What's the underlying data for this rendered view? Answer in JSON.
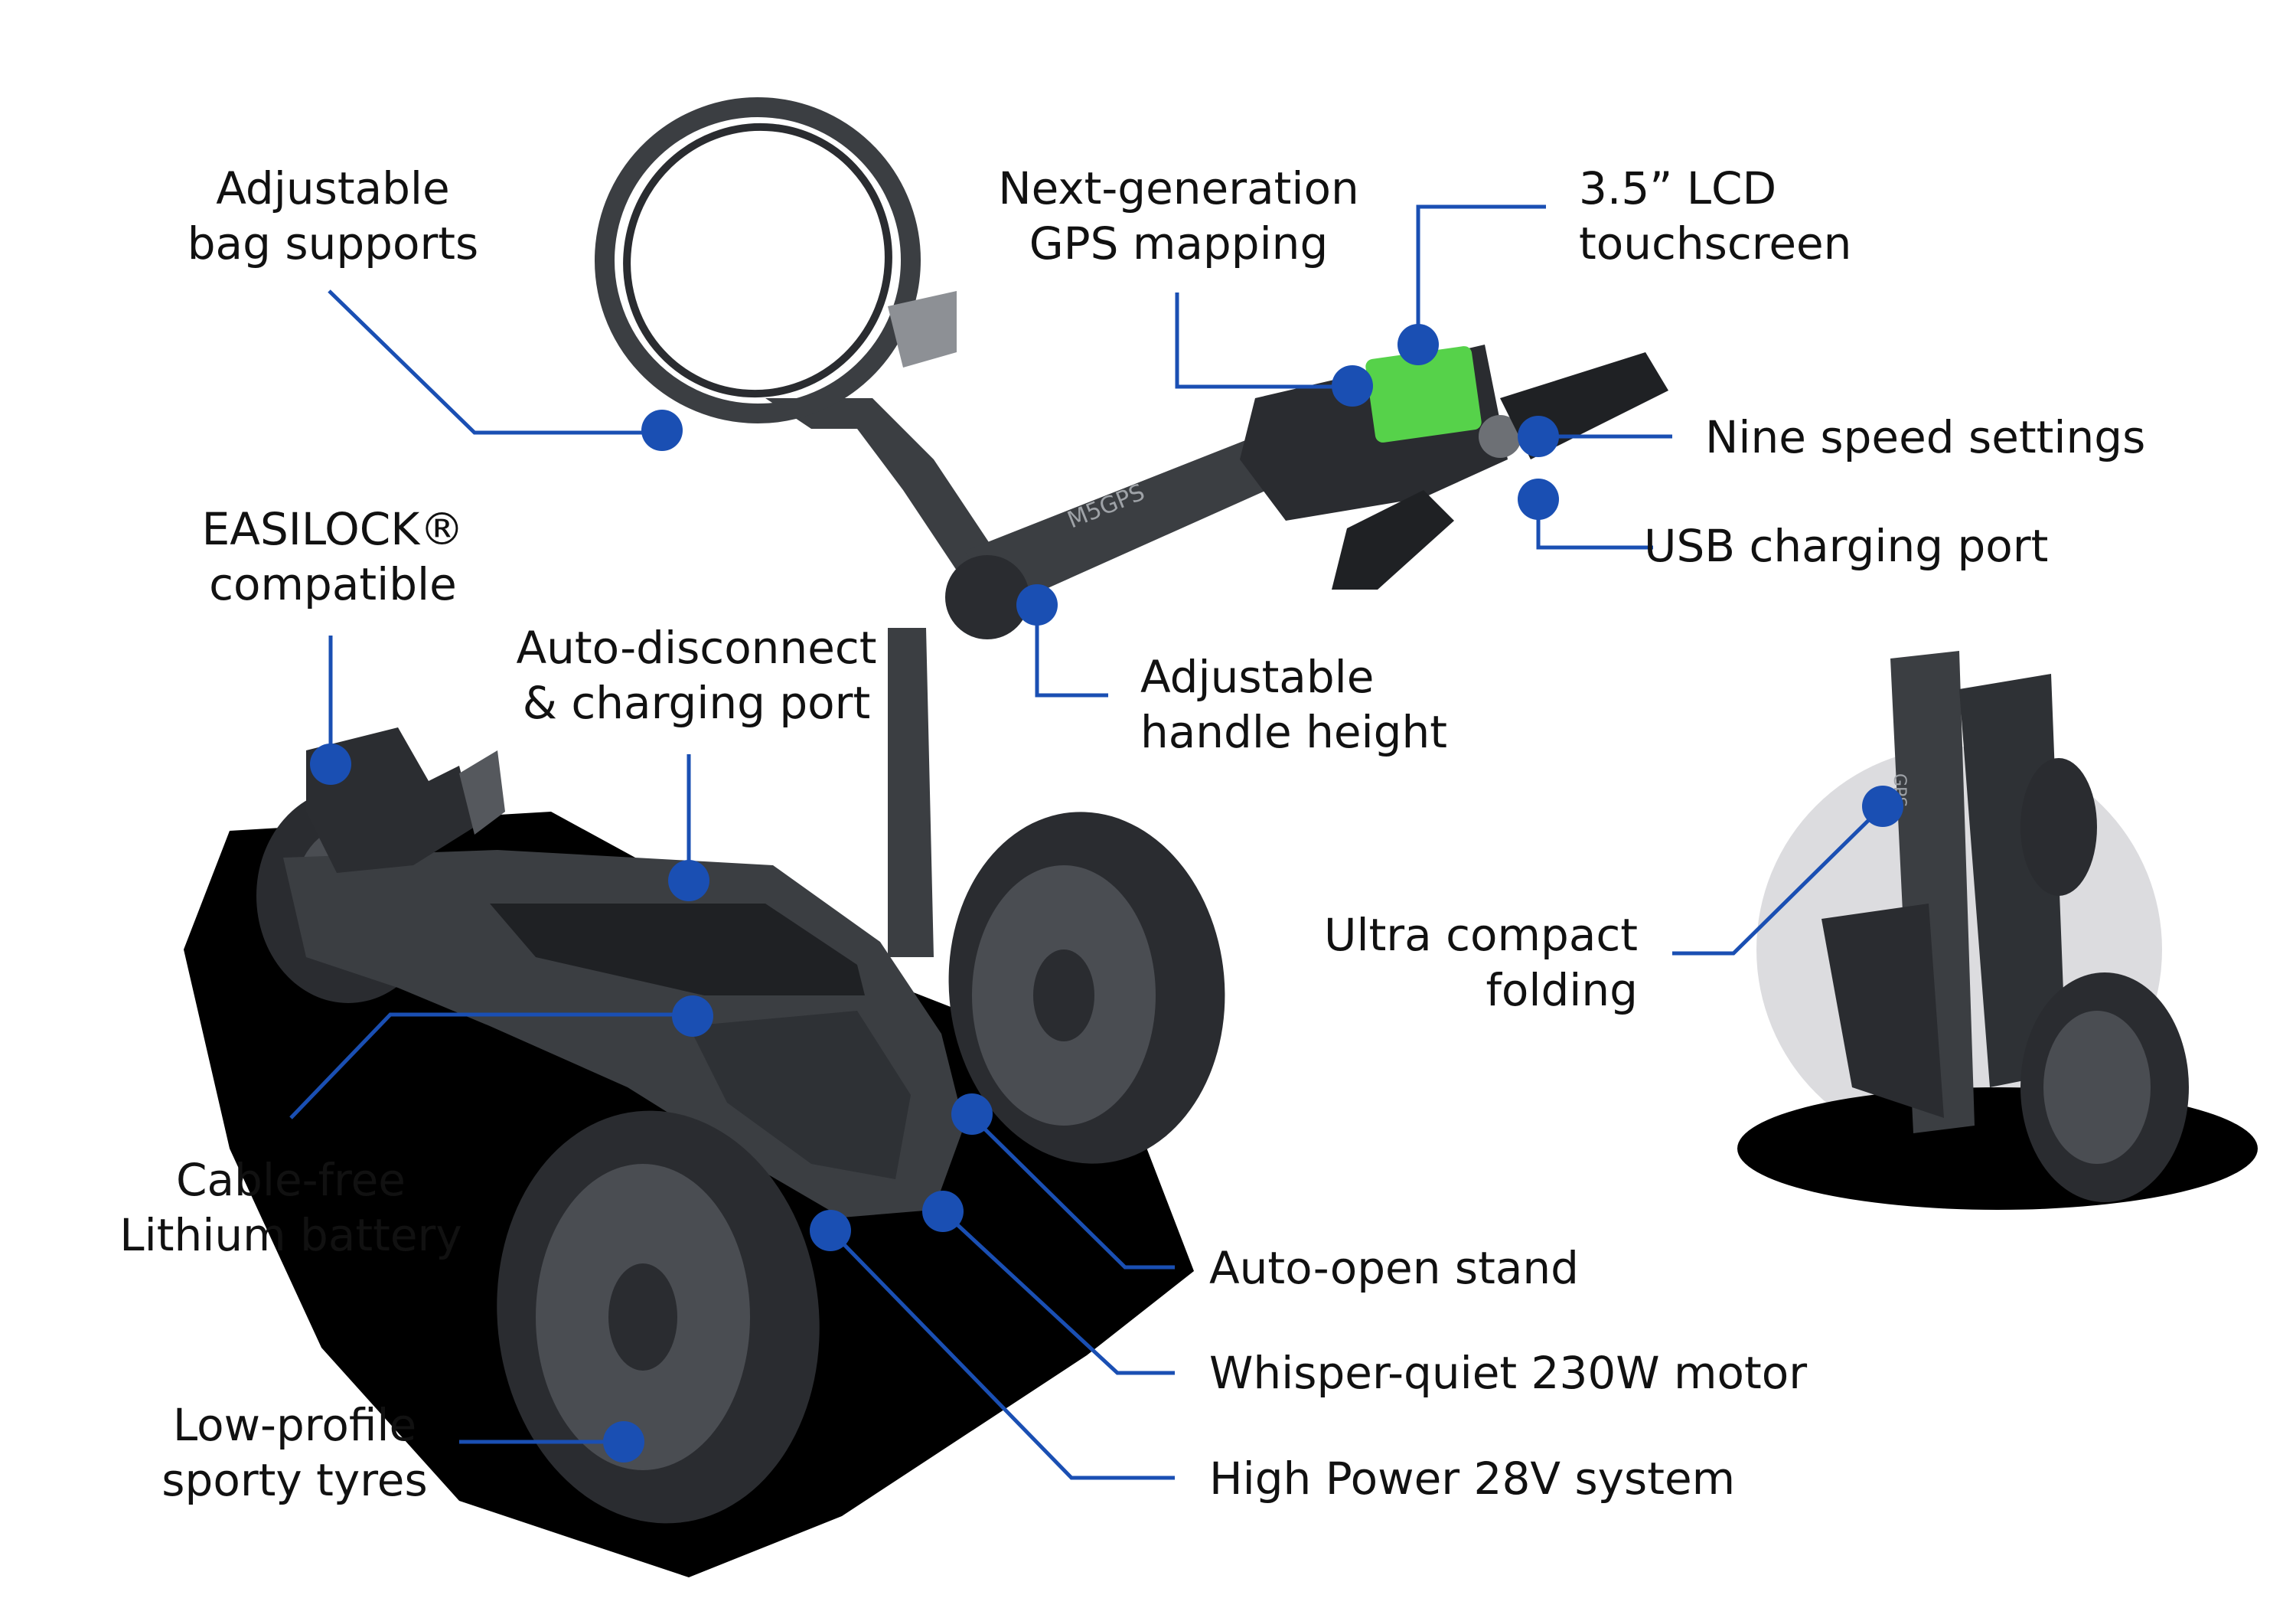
{
  "colors": {
    "accent": "#1a4fb3",
    "text": "#111111",
    "product_body": "#3b3e42",
    "product_dark": "#1f2124",
    "shadow": "#000000",
    "screen_green": "#56d24a",
    "circle_bg": "#dcdcdf"
  },
  "features": {
    "bag_supports": {
      "line1": "Adjustable",
      "line2": "bag supports"
    },
    "gps_mapping": {
      "line1": "Next-generation",
      "line2": "GPS mapping"
    },
    "lcd_touchscreen": {
      "line1": "3.5” LCD",
      "line2": "touchscreen"
    },
    "speed_settings": {
      "line1": "Nine speed settings"
    },
    "usb_port": {
      "line1": "USB charging port"
    },
    "easilock": {
      "line1": "EASILOCK®",
      "line2": "compatible"
    },
    "auto_disconnect": {
      "line1": "Auto-disconnect",
      "line2": "& charging port"
    },
    "handle_height": {
      "line1": "Adjustable",
      "line2": "handle height"
    },
    "compact_folding": {
      "line1": "Ultra compact",
      "line2": "folding"
    },
    "lithium_battery": {
      "line1": "Cable-free",
      "line2": "Lithium battery"
    },
    "auto_open_stand": {
      "line1": "Auto-open stand"
    },
    "motor": {
      "line1": "Whisper-quiet 230W motor"
    },
    "power_system": {
      "line1": "High Power 28V system"
    },
    "tyres": {
      "line1": "Low-profile",
      "line2": "sporty tyres"
    }
  },
  "product": {
    "handle_brand": "M5GPS",
    "folded_brand": "GPS"
  }
}
